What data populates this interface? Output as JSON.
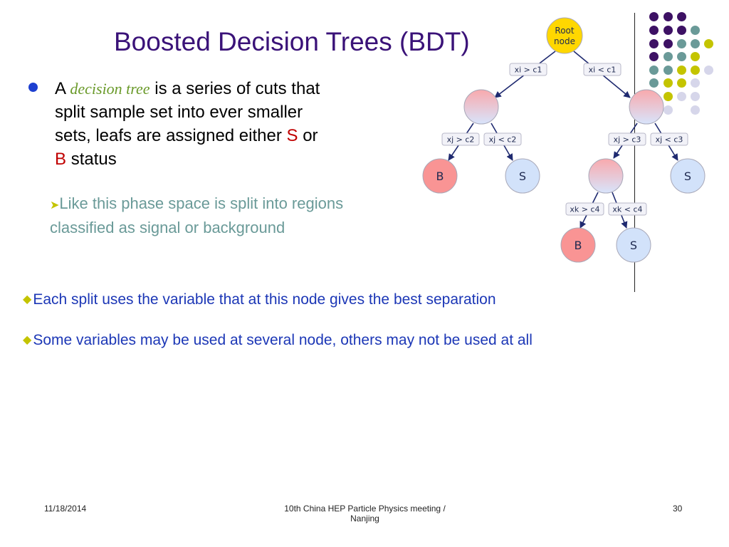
{
  "slide": {
    "title": "Boosted Decision Trees (BDT)",
    "bullet1": {
      "prefix": "A",
      "term": "decision tree",
      "line1_rest": "is a series of cuts that",
      "line2": "split sample set into ever smaller",
      "line3_prefix": "sets, leafs are assigned either",
      "s_letter": "S",
      "or_word": "or",
      "b_letter": "B",
      "status_word": "status"
    },
    "subbullet": {
      "line1": "Like this phase space is split into regions",
      "line2": "classified as signal or background"
    },
    "points": [
      "Each split uses the variable that at this node gives the best separation",
      "Some variables may be used at several node, others may not be used at all"
    ]
  },
  "tree": {
    "root_label_line1": "Root",
    "root_label_line2": "node",
    "edges": {
      "root_left": "xi > c1",
      "root_right": "xi < c1",
      "left_left": "xj > c2",
      "left_right": "xj < c2",
      "right_left": "xj > c3",
      "right_right": "xj < c3",
      "inner_left": "xk > c4",
      "inner_right": "xk < c4"
    },
    "leaves": {
      "l1": "B",
      "l2": "S",
      "l3": "S",
      "l4": "B",
      "l5": "S"
    },
    "colors": {
      "root": "#ffd700",
      "background_leaf": "#f99494",
      "signal_leaf": "#d2e2fa",
      "edge": "#1f2a70"
    }
  },
  "footer": {
    "date": "11/18/2014",
    "event_line1": "10th China HEP Particle Physics meeting /",
    "event_line2": "Nanjing",
    "page_number": "30"
  },
  "theme": {
    "title_color": "#3a1278",
    "accent_blue": "#1c37b6",
    "accent_olive": "#c4c400",
    "accent_teal": "#6a9a98",
    "accent_purple": "#3d1164",
    "accent_lavender": "#d6d6ea"
  }
}
